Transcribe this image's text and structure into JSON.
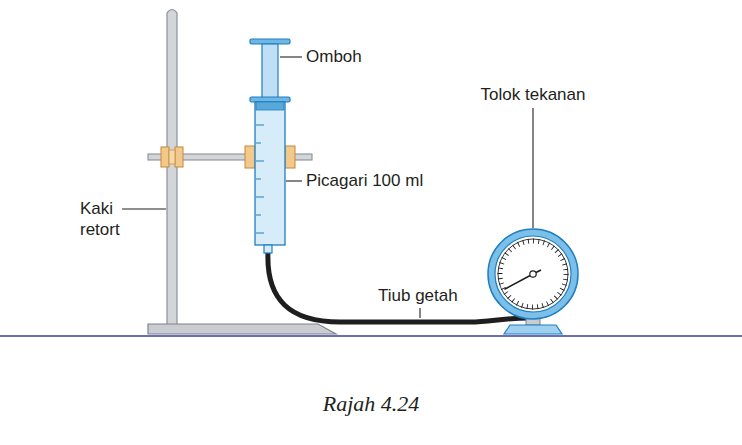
{
  "diagram": {
    "caption": "Rajah 4.24",
    "labels": [
      "Omboh",
      "Picagari 100 ml",
      "Tolok tekanan",
      "Kaki retort",
      "Tiub getah"
    ]
  }
}
